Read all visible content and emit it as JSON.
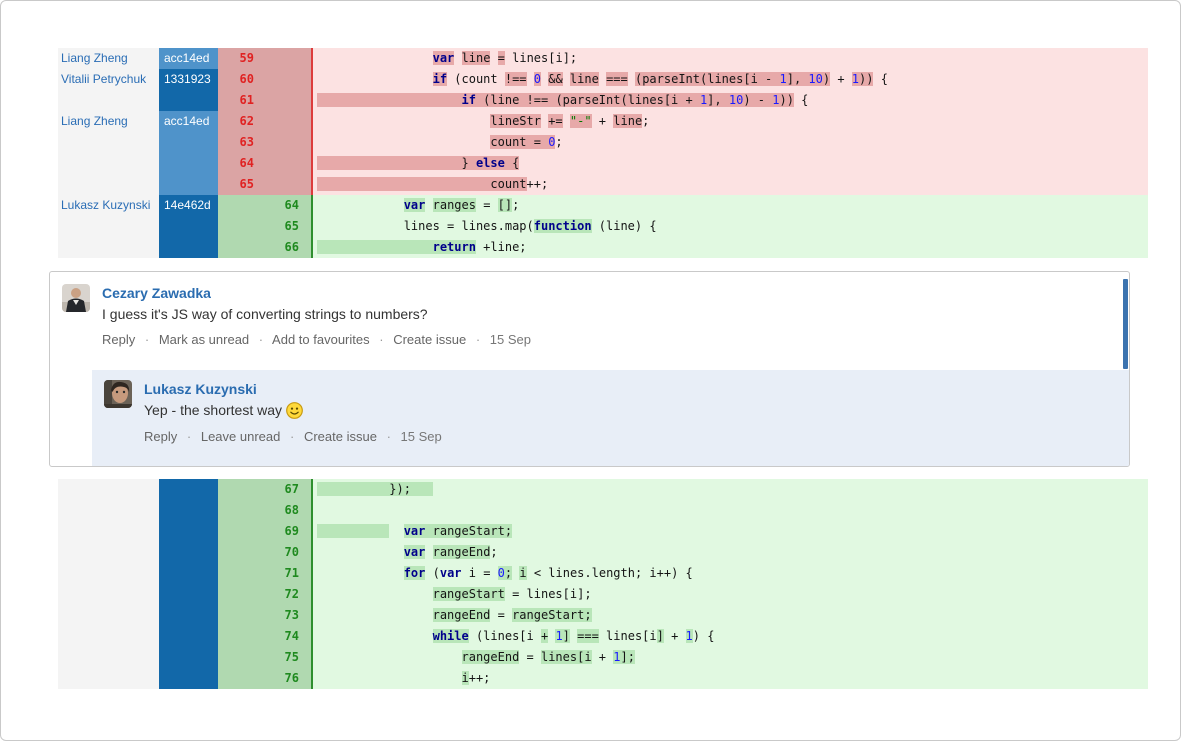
{
  "ui": {
    "dot": "·"
  },
  "colors": {
    "del_code_bg": "#fce2e2",
    "del_intraline": "#e7a9a9",
    "del_gutter_bg": "#dba4a4",
    "del_line_num": "#e02222",
    "del_border": "#dd3b3b",
    "add_code_bg": "#e1f9e1",
    "add_intraline": "#b9e6b9",
    "add_gutter_bg": "#b0d9b0",
    "add_line_num": "#1f8a1f",
    "add_border": "#2e8f2e",
    "commit_light_blue": "#4f93ca",
    "commit_dark_blue": "#1268a9",
    "author_link_blue": "#2a6db5",
    "comment_name_blue": "#2a6cb0",
    "reply_area_bg": "#e8eef7",
    "unread_bar_blue": "#3b73af",
    "keyword": "#00008b",
    "number_literal": "#1a1aff",
    "string_literal": "#007a00"
  },
  "diff": {
    "top_block": [
      {
        "author": "Liang Zheng",
        "commit": "acc14ed",
        "shade": "light",
        "old": "59",
        "new": "",
        "kind": "del",
        "seg": [
          {
            "t": "                "
          },
          {
            "t": "var",
            "c": "kw",
            "h": 1
          },
          {
            "t": " "
          },
          {
            "t": "line",
            "h": 1
          },
          {
            "t": " "
          },
          {
            "t": "=",
            "h": 1
          },
          {
            "t": " lines[i];"
          }
        ]
      },
      {
        "author": "Vitalii Petrychuk",
        "commit": "1331923",
        "shade": "dark",
        "old": "60",
        "new": "",
        "kind": "del",
        "seg": [
          {
            "t": "                "
          },
          {
            "t": "if",
            "c": "kw",
            "h": 1
          },
          {
            "t": " (count "
          },
          {
            "t": "!==",
            "h": 1
          },
          {
            "t": " "
          },
          {
            "t": "0",
            "c": "num",
            "h": 1
          },
          {
            "t": " "
          },
          {
            "t": "&&",
            "h": 1
          },
          {
            "t": " "
          },
          {
            "t": "line",
            "h": 1
          },
          {
            "t": " "
          },
          {
            "t": "===",
            "h": 1
          },
          {
            "t": " "
          },
          {
            "t": "(parseInt(lines[i ",
            "h": 1
          },
          {
            "t": "-",
            "h": 1
          },
          {
            "t": " ",
            "h": 1
          },
          {
            "t": "1",
            "c": "num",
            "h": 1
          },
          {
            "t": "], ",
            "h": 1
          },
          {
            "t": "10",
            "c": "num",
            "h": 1
          },
          {
            "t": ")",
            "h": 1
          },
          {
            "t": " + "
          },
          {
            "t": "1",
            "c": "num",
            "h": 1
          },
          {
            "t": "))",
            "h": 1
          },
          {
            "t": " {"
          }
        ]
      },
      {
        "author": "",
        "commit": "",
        "shade": "dark",
        "old": "61",
        "new": "",
        "kind": "del",
        "seg": [
          {
            "t": "                    ",
            "h": 1
          },
          {
            "t": "if",
            "c": "kw",
            "h": 1
          },
          {
            "t": " (line ",
            "h": 1
          },
          {
            "t": "!==",
            "h": 1
          },
          {
            "t": " (parseInt(lines[i + ",
            "h": 1
          },
          {
            "t": "1",
            "c": "num",
            "h": 1
          },
          {
            "t": "], ",
            "h": 1
          },
          {
            "t": "10",
            "c": "num",
            "h": 1
          },
          {
            "t": ") ",
            "h": 1
          },
          {
            "t": "-",
            "h": 1
          },
          {
            "t": " ",
            "h": 1
          },
          {
            "t": "1",
            "c": "num",
            "h": 1
          },
          {
            "t": "))",
            "h": 1
          },
          {
            "t": " {"
          }
        ]
      },
      {
        "author": "Liang Zheng",
        "commit": "acc14ed",
        "shade": "light",
        "old": "62",
        "new": "",
        "kind": "del",
        "seg": [
          {
            "t": "                        "
          },
          {
            "t": "lineStr",
            "h": 1
          },
          {
            "t": " "
          },
          {
            "t": "+=",
            "h": 1
          },
          {
            "t": " "
          },
          {
            "t": "\"-\"",
            "c": "str",
            "h": 1
          },
          {
            "t": " + "
          },
          {
            "t": "line",
            "h": 1
          },
          {
            "t": ";"
          }
        ]
      },
      {
        "author": "",
        "commit": "",
        "shade": "light",
        "old": "63",
        "new": "",
        "kind": "del",
        "seg": [
          {
            "t": "                        "
          },
          {
            "t": "count = ",
            "h": 1
          },
          {
            "t": "0",
            "c": "num",
            "h": 1
          },
          {
            "t": ";"
          }
        ]
      },
      {
        "author": "",
        "commit": "",
        "shade": "light",
        "old": "64",
        "new": "",
        "kind": "del",
        "seg": [
          {
            "t": "                    } ",
            "h": 1
          },
          {
            "t": "else",
            "c": "kw",
            "h": 1
          },
          {
            "t": " {",
            "h": 1
          }
        ]
      },
      {
        "author": "",
        "commit": "",
        "shade": "light",
        "old": "65",
        "new": "",
        "kind": "del",
        "seg": [
          {
            "t": "                        count",
            "h": 1
          },
          {
            "t": "++;"
          }
        ]
      },
      {
        "author": "Lukasz Kuzynski",
        "commit": "14e462d",
        "shade": "dark",
        "old": "",
        "new": "64",
        "kind": "add",
        "seg": [
          {
            "t": "            "
          },
          {
            "t": "var",
            "c": "kw",
            "h": 1
          },
          {
            "t": " "
          },
          {
            "t": "ranges",
            "h": 1
          },
          {
            "t": " = "
          },
          {
            "t": "[]",
            "h": 1
          },
          {
            "t": ";"
          }
        ]
      },
      {
        "author": "",
        "commit": "",
        "shade": "dark",
        "old": "",
        "new": "65",
        "kind": "add",
        "seg": [
          {
            "t": "            "
          },
          {
            "t": "lines = lines.map("
          },
          {
            "t": "function",
            "c": "kw",
            "h": 1
          },
          {
            "t": " (line) {"
          }
        ]
      },
      {
        "author": "",
        "commit": "",
        "shade": "dark",
        "old": "",
        "new": "66",
        "kind": "add",
        "seg": [
          {
            "t": "                ",
            "h": 1
          },
          {
            "t": "return",
            "c": "kw",
            "h": 1
          },
          {
            "t": " +line;"
          }
        ]
      }
    ],
    "bottom_block": [
      {
        "author": "",
        "commit": "",
        "shade": "dark",
        "old": "",
        "new": "67",
        "kind": "add",
        "seg": [
          {
            "t": "          });",
            "h": 1
          },
          {
            "t": "   ",
            "h": 1
          }
        ]
      },
      {
        "author": "",
        "commit": "",
        "shade": "dark",
        "old": "",
        "new": "68",
        "kind": "add",
        "seg": [
          {
            "t": ""
          }
        ]
      },
      {
        "author": "",
        "commit": "",
        "shade": "dark",
        "old": "",
        "new": "69",
        "kind": "add",
        "seg": [
          {
            "t": "          ",
            "h": 1
          },
          {
            "t": "  "
          },
          {
            "t": "var",
            "c": "kw",
            "h": 1
          },
          {
            "t": " ",
            "h": 1
          },
          {
            "t": "rangeStart;",
            "h": 1
          }
        ]
      },
      {
        "author": "",
        "commit": "",
        "shade": "dark",
        "old": "",
        "new": "70",
        "kind": "add",
        "seg": [
          {
            "t": "            "
          },
          {
            "t": "var",
            "c": "kw",
            "h": 1
          },
          {
            "t": " "
          },
          {
            "t": "rangeEnd",
            "h": 1
          },
          {
            "t": ";"
          }
        ]
      },
      {
        "author": "",
        "commit": "",
        "shade": "dark",
        "old": "",
        "new": "71",
        "kind": "add",
        "seg": [
          {
            "t": "            "
          },
          {
            "t": "for",
            "c": "kw",
            "h": 1
          },
          {
            "t": " ("
          },
          {
            "t": "var",
            "c": "kw"
          },
          {
            "t": " i = "
          },
          {
            "t": "0",
            "c": "num",
            "h": 1
          },
          {
            "t": ";",
            "h": 1
          },
          {
            "t": " "
          },
          {
            "t": "i",
            "h": 1
          },
          {
            "t": " < lines.length; i++) {"
          }
        ]
      },
      {
        "author": "",
        "commit": "",
        "shade": "dark",
        "old": "",
        "new": "72",
        "kind": "add",
        "seg": [
          {
            "t": "                "
          },
          {
            "t": "rangeStart",
            "h": 1
          },
          {
            "t": " = lines[i];"
          }
        ]
      },
      {
        "author": "",
        "commit": "",
        "shade": "dark",
        "old": "",
        "new": "73",
        "kind": "add",
        "seg": [
          {
            "t": "                "
          },
          {
            "t": "rangeEnd",
            "h": 1
          },
          {
            "t": " = "
          },
          {
            "t": "rangeStart;",
            "h": 1
          }
        ]
      },
      {
        "author": "",
        "commit": "",
        "shade": "dark",
        "old": "",
        "new": "74",
        "kind": "add",
        "seg": [
          {
            "t": "                "
          },
          {
            "t": "while",
            "c": "kw",
            "h": 1
          },
          {
            "t": " (lines[i "
          },
          {
            "t": "+",
            "h": 1
          },
          {
            "t": " "
          },
          {
            "t": "1",
            "c": "num",
            "h": 1
          },
          {
            "t": "]",
            "h": 1
          },
          {
            "t": " "
          },
          {
            "t": "===",
            "h": 1
          },
          {
            "t": " lines[i"
          },
          {
            "t": "]",
            "h": 1
          },
          {
            "t": " + "
          },
          {
            "t": "1",
            "c": "num",
            "h": 1
          },
          {
            "t": ") {"
          }
        ]
      },
      {
        "author": "",
        "commit": "",
        "shade": "dark",
        "old": "",
        "new": "75",
        "kind": "add",
        "seg": [
          {
            "t": "                    "
          },
          {
            "t": "rangeEnd",
            "h": 1
          },
          {
            "t": " = "
          },
          {
            "t": "lines[i",
            "h": 1
          },
          {
            "t": " + "
          },
          {
            "t": "1",
            "c": "num",
            "h": 1
          },
          {
            "t": "];",
            "h": 1
          }
        ]
      },
      {
        "author": "",
        "commit": "",
        "shade": "dark",
        "old": "",
        "new": "76",
        "kind": "add",
        "seg": [
          {
            "t": "                    "
          },
          {
            "t": "i",
            "h": 1
          },
          {
            "t": "++;"
          }
        ]
      }
    ]
  },
  "comments": {
    "root": {
      "author": "Cezary Zawadka",
      "body": "I guess it's JS way of converting strings to numbers?",
      "actions": [
        "Reply",
        "Mark as unread",
        "Add to favourites",
        "Create issue"
      ],
      "date": "15 Sep"
    },
    "reply": {
      "author": "Lukasz Kuzynski",
      "body": "Yep - the shortest way",
      "emoticon": "smiley-face",
      "actions": [
        "Reply",
        "Leave unread",
        "Create issue"
      ],
      "date": "15 Sep"
    }
  }
}
